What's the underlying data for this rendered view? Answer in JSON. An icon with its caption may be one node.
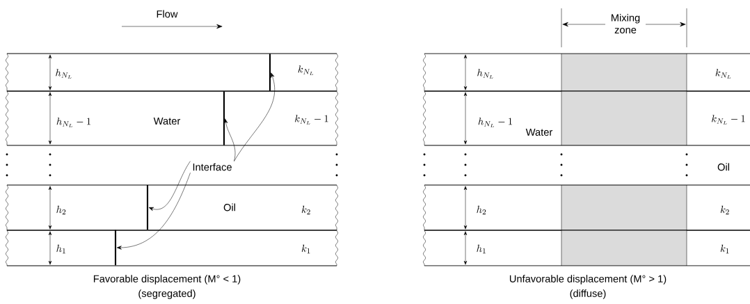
{
  "diagram": {
    "nodes": [
      {
        "text": [
          "Interface"
        ]
      },
      {
        "text": [],
        "shape": "bar"
      },
      {
        "text": [],
        "shape": "bar"
      },
      {
        "text": [],
        "shape": "bar"
      },
      {
        "text": [],
        "shape": "bar"
      }
    ],
    "edges": [
      {
        "from": 0,
        "to": 1,
        "arrow": "to"
      },
      {
        "from": 0,
        "to": 2,
        "arrow": "to"
      },
      {
        "from": 0,
        "to": 3,
        "arrow": "to"
      },
      {
        "from": 0,
        "to": 4,
        "arrow": "to"
      }
    ],
    "labels": [
      "Flow",
      "Mixing zone",
      "h_{N_L}",
      "k_{N_L}",
      "h_{N_L}",
      "k_{N_L}",
      "h_{N_L} - 1",
      "Water",
      "k_{N_L} - 1",
      "h_{N_L} - 1",
      "Water",
      "k_{N_L} - 1",
      "Oil",
      "h_2",
      "Oil",
      "k_2",
      "h_2",
      "k_2",
      "h_1",
      "k_1",
      "h_1",
      "k_1",
      "Favorable displacement (M° < 1)",
      "(segregated)",
      "Unfavorable displacement (M° > 1)",
      "(diffuse)"
    ]
  }
}
